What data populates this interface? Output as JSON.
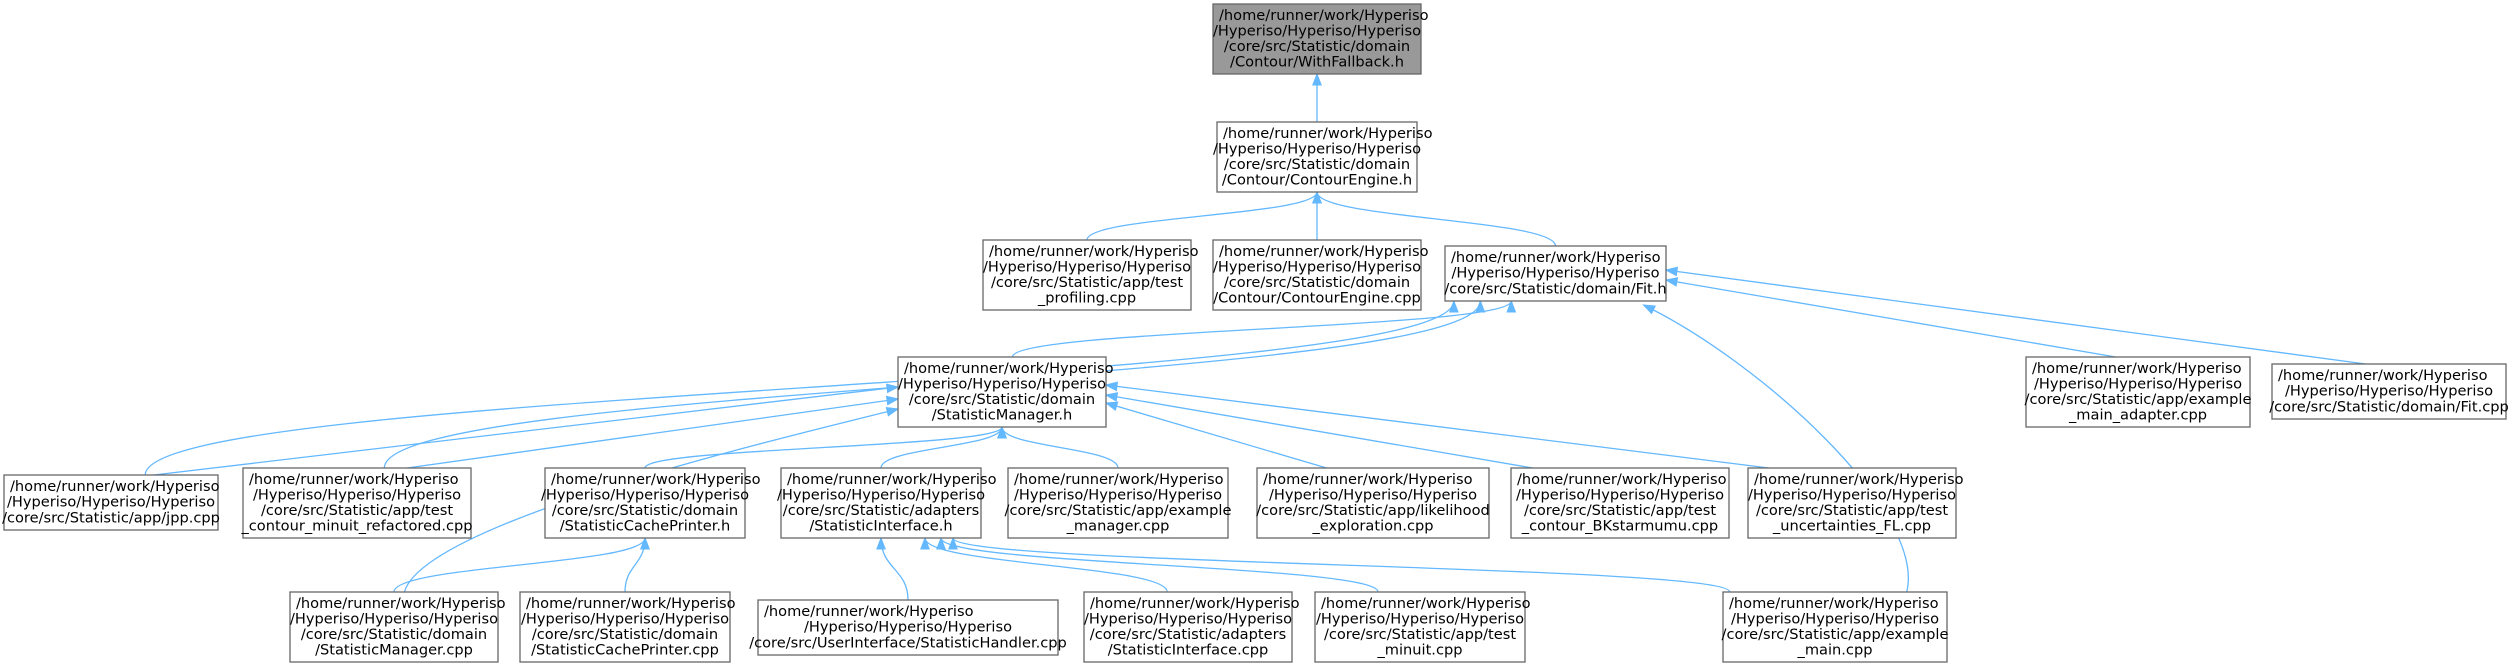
{
  "graph": {
    "edge_color": "#63b8ff",
    "root_fill": "#999999",
    "nodes": [
      {
        "id": "n0",
        "root": true,
        "lines": [
          "/home/runner/work/Hyperiso",
          "/Hyperiso/Hyperiso/Hyperiso",
          "/core/src/Statistic/domain",
          "/Contour/WithFallback.h"
        ]
      },
      {
        "id": "n1",
        "lines": [
          "/home/runner/work/Hyperiso",
          "/Hyperiso/Hyperiso/Hyperiso",
          "/core/src/Statistic/domain",
          "/Contour/ContourEngine.h"
        ]
      },
      {
        "id": "n2",
        "lines": [
          "/home/runner/work/Hyperiso",
          "/Hyperiso/Hyperiso/Hyperiso",
          "/core/src/Statistic/app/test",
          "_profiling.cpp"
        ]
      },
      {
        "id": "n3",
        "lines": [
          "/home/runner/work/Hyperiso",
          "/Hyperiso/Hyperiso/Hyperiso",
          "/core/src/Statistic/domain",
          "/Contour/ContourEngine.cpp"
        ]
      },
      {
        "id": "n4",
        "lines": [
          "/home/runner/work/Hyperiso",
          "/Hyperiso/Hyperiso/Hyperiso",
          "/core/src/Statistic/domain/Fit.h"
        ]
      },
      {
        "id": "n5",
        "lines": [
          "/home/runner/work/Hyperiso",
          "/Hyperiso/Hyperiso/Hyperiso",
          "/core/src/Statistic/domain",
          "/StatisticManager.h"
        ]
      },
      {
        "id": "n6",
        "lines": [
          "/home/runner/work/Hyperiso",
          "/Hyperiso/Hyperiso/Hyperiso",
          "/core/src/Statistic/app/example",
          "_main_adapter.cpp"
        ]
      },
      {
        "id": "n7",
        "lines": [
          "/home/runner/work/Hyperiso",
          "/Hyperiso/Hyperiso/Hyperiso",
          "/core/src/Statistic/domain/Fit.cpp"
        ]
      },
      {
        "id": "n8",
        "lines": [
          "/home/runner/work/Hyperiso",
          "/Hyperiso/Hyperiso/Hyperiso",
          "/core/src/Statistic/app/jpp.cpp"
        ]
      },
      {
        "id": "n9",
        "lines": [
          "/home/runner/work/Hyperiso",
          "/Hyperiso/Hyperiso/Hyperiso",
          "/core/src/Statistic/app/test",
          "_contour_minuit_refactored.cpp"
        ]
      },
      {
        "id": "n10",
        "lines": [
          "/home/runner/work/Hyperiso",
          "/Hyperiso/Hyperiso/Hyperiso",
          "/core/src/Statistic/domain",
          "/StatisticCachePrinter.h"
        ]
      },
      {
        "id": "n11",
        "lines": [
          "/home/runner/work/Hyperiso",
          "/Hyperiso/Hyperiso/Hyperiso",
          "/core/src/Statistic/adapters",
          "/StatisticInterface.h"
        ]
      },
      {
        "id": "n12",
        "lines": [
          "/home/runner/work/Hyperiso",
          "/Hyperiso/Hyperiso/Hyperiso",
          "/core/src/Statistic/app/example",
          "_manager.cpp"
        ]
      },
      {
        "id": "n13",
        "lines": [
          "/home/runner/work/Hyperiso",
          "/Hyperiso/Hyperiso/Hyperiso",
          "/core/src/Statistic/app/likelihood",
          "_exploration.cpp"
        ]
      },
      {
        "id": "n14",
        "lines": [
          "/home/runner/work/Hyperiso",
          "/Hyperiso/Hyperiso/Hyperiso",
          "/core/src/Statistic/app/test",
          "_contour_BKstarmumu.cpp"
        ]
      },
      {
        "id": "n15",
        "lines": [
          "/home/runner/work/Hyperiso",
          "/Hyperiso/Hyperiso/Hyperiso",
          "/core/src/Statistic/app/test",
          "_uncertainties_FL.cpp"
        ]
      },
      {
        "id": "n16",
        "lines": [
          "/home/runner/work/Hyperiso",
          "/Hyperiso/Hyperiso/Hyperiso",
          "/core/src/Statistic/domain",
          "/StatisticManager.cpp"
        ]
      },
      {
        "id": "n17",
        "lines": [
          "/home/runner/work/Hyperiso",
          "/Hyperiso/Hyperiso/Hyperiso",
          "/core/src/Statistic/domain",
          "/StatisticCachePrinter.cpp"
        ]
      },
      {
        "id": "n18",
        "lines": [
          "/home/runner/work/Hyperiso",
          "/Hyperiso/Hyperiso/Hyperiso",
          "/core/src/UserInterface/StatisticHandler.cpp"
        ]
      },
      {
        "id": "n19",
        "lines": [
          "/home/runner/work/Hyperiso",
          "/Hyperiso/Hyperiso/Hyperiso",
          "/core/src/Statistic/adapters",
          "/StatisticInterface.cpp"
        ]
      },
      {
        "id": "n20",
        "lines": [
          "/home/runner/work/Hyperiso",
          "/Hyperiso/Hyperiso/Hyperiso",
          "/core/src/Statistic/app/test",
          "_minuit.cpp"
        ]
      },
      {
        "id": "n21",
        "lines": [
          "/home/runner/work/Hyperiso",
          "/Hyperiso/Hyperiso/Hyperiso",
          "/core/src/Statistic/app/example",
          "_main.cpp"
        ]
      }
    ],
    "edges": [
      {
        "from": "n1",
        "to": "n0"
      },
      {
        "from": "n2",
        "to": "n1"
      },
      {
        "from": "n3",
        "to": "n1"
      },
      {
        "from": "n4",
        "to": "n1"
      },
      {
        "from": "n5",
        "to": "n4"
      },
      {
        "from": "n6",
        "to": "n4"
      },
      {
        "from": "n7",
        "to": "n4"
      },
      {
        "from": "n8",
        "to": "n4"
      },
      {
        "from": "n9",
        "to": "n4"
      },
      {
        "from": "n21",
        "to": "n4"
      },
      {
        "from": "n8",
        "to": "n5"
      },
      {
        "from": "n9",
        "to": "n5"
      },
      {
        "from": "n10",
        "to": "n5"
      },
      {
        "from": "n11",
        "to": "n5"
      },
      {
        "from": "n12",
        "to": "n5"
      },
      {
        "from": "n13",
        "to": "n5"
      },
      {
        "from": "n14",
        "to": "n5"
      },
      {
        "from": "n15",
        "to": "n5"
      },
      {
        "from": "n16",
        "to": "n5"
      },
      {
        "from": "n16",
        "to": "n10"
      },
      {
        "from": "n17",
        "to": "n10"
      },
      {
        "from": "n18",
        "to": "n11"
      },
      {
        "from": "n19",
        "to": "n11"
      },
      {
        "from": "n20",
        "to": "n11"
      },
      {
        "from": "n21",
        "to": "n11"
      }
    ]
  }
}
